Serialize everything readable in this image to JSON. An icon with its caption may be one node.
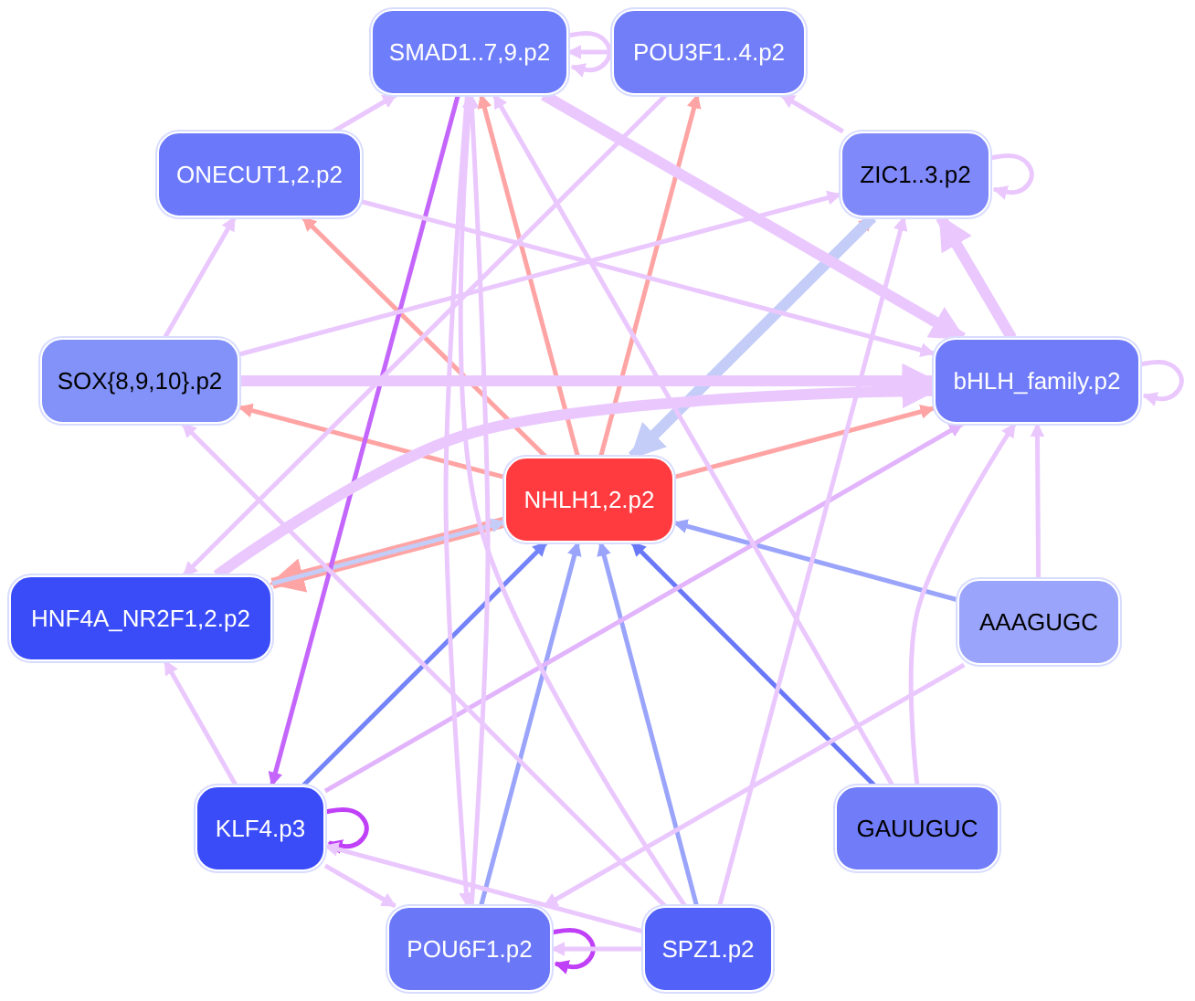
{
  "diagram": {
    "nodes": [
      {
        "text": [
          "SMAD1..7,9.p2"
        ]
      },
      {
        "text": [
          "POU3F1..4.p2"
        ]
      },
      {
        "text": [
          "ONECUT1,2.p2"
        ]
      },
      {
        "text": [
          "ZIC1..3.p2"
        ]
      },
      {
        "text": [
          "SOX{8,9,10}.p2"
        ]
      },
      {
        "text": [
          "bHLH_family.p2"
        ]
      },
      {
        "text": [
          "NHLH1,2.p2"
        ]
      },
      {
        "text": [
          "HNF4A_NR2F1,2.p2"
        ]
      },
      {
        "text": [
          "AAAGUGC"
        ]
      },
      {
        "text": [
          "KLF4.p3"
        ]
      },
      {
        "text": [
          "GAUUGUC"
        ]
      },
      {
        "text": [
          "POU6F1.p2"
        ]
      },
      {
        "text": [
          "SPZ1.p2"
        ]
      }
    ],
    "edges": [
      {
        "from": 6,
        "to": 0,
        "arrow": "to",
        "color": "#ffa4a4"
      },
      {
        "from": 6,
        "to": 1,
        "arrow": "to",
        "color": "#ffa4a4"
      },
      {
        "from": 6,
        "to": 2,
        "arrow": "to",
        "color": "#ffa4a4"
      },
      {
        "from": 6,
        "to": 3,
        "arrow": "to",
        "color": "#ffa4a4"
      },
      {
        "from": 6,
        "to": 4,
        "arrow": "to",
        "color": "#ffa4a4"
      },
      {
        "from": 6,
        "to": 5,
        "arrow": "to",
        "color": "#ffa4a4"
      },
      {
        "from": 6,
        "to": 7,
        "arrow": "to",
        "color": "#ffa4a4",
        "style": "thick"
      },
      {
        "from": 8,
        "to": 6,
        "arrow": "to",
        "color": "#9aa4fb"
      },
      {
        "from": 10,
        "to": 6,
        "arrow": "to",
        "color": "#6a78f8"
      },
      {
        "from": 12,
        "to": 6,
        "arrow": "to",
        "color": "#9aa4fb"
      },
      {
        "from": 11,
        "to": 6,
        "arrow": "to",
        "color": "#9aa4fb"
      },
      {
        "from": 9,
        "to": 6,
        "arrow": "to",
        "color": "#7484f8"
      },
      {
        "from": 7,
        "to": 6,
        "arrow": "to",
        "color": "#c4ccf8"
      },
      {
        "from": 3,
        "to": 6,
        "arrow": "to",
        "color": "#c4ccf8",
        "style": "thick"
      },
      {
        "from": 0,
        "to": 9,
        "arrow": "to",
        "color": "#c466fc"
      },
      {
        "from": 9,
        "to": 9,
        "arrow": "to",
        "color": "#c040f8"
      },
      {
        "from": 11,
        "to": 11,
        "arrow": "to",
        "color": "#c040f8"
      },
      {
        "from": 0,
        "to": 0,
        "arrow": "to"
      },
      {
        "from": 3,
        "to": 3,
        "arrow": "to"
      },
      {
        "from": 5,
        "to": 5,
        "arrow": "to"
      },
      {
        "from": 4,
        "to": 2,
        "arrow": "to"
      },
      {
        "from": 2,
        "to": 0,
        "arrow": "to"
      },
      {
        "from": 4,
        "to": 3,
        "arrow": "to"
      },
      {
        "from": 4,
        "to": 5,
        "arrow": "to",
        "style": "thick"
      },
      {
        "from": 2,
        "to": 5,
        "arrow": "to"
      },
      {
        "from": 0,
        "to": 5,
        "arrow": "to",
        "style": "thick"
      },
      {
        "from": 3,
        "to": 1,
        "arrow": "to"
      },
      {
        "from": 5,
        "to": 3,
        "arrow": "to",
        "style": "thick"
      },
      {
        "from": 8,
        "to": 5,
        "arrow": "to"
      },
      {
        "from": 10,
        "to": 5,
        "arrow": "to"
      },
      {
        "from": 7,
        "to": 5,
        "arrow": "to",
        "style": "thick"
      },
      {
        "from": 9,
        "to": 7,
        "arrow": "to"
      },
      {
        "from": 9,
        "to": 11,
        "arrow": "to"
      },
      {
        "from": 12,
        "to": 9,
        "arrow": "to"
      },
      {
        "from": 9,
        "to": 5,
        "arrow": "to",
        "color": "#e2b4fc"
      },
      {
        "from": 0,
        "to": 11,
        "arrow": "to"
      },
      {
        "from": 12,
        "to": 4,
        "arrow": "to"
      },
      {
        "from": 1,
        "to": 7,
        "arrow": "to"
      },
      {
        "from": 8,
        "to": 11,
        "arrow": "to"
      },
      {
        "from": 10,
        "to": 0,
        "arrow": "to"
      },
      {
        "from": 11,
        "to": 0,
        "arrow": "to"
      },
      {
        "from": 12,
        "to": 0,
        "arrow": "to"
      },
      {
        "from": 12,
        "to": 3,
        "arrow": "to"
      },
      {
        "from": 12,
        "to": 11,
        "arrow": "to"
      },
      {
        "from": 1,
        "to": 0,
        "arrow": "to"
      }
    ]
  }
}
